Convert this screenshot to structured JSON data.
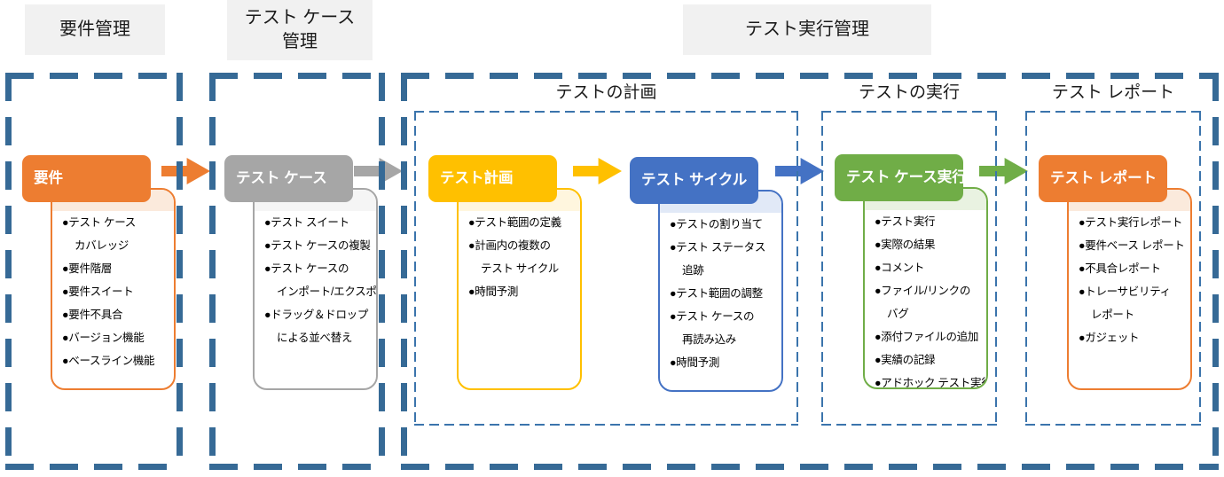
{
  "top_labels": [
    {
      "text": "要件管理"
    },
    {
      "text": "テスト ケース\n管理"
    },
    {
      "text": "テスト実行管理"
    }
  ],
  "sub_labels": [
    {
      "text": "テストの計画"
    },
    {
      "text": "テストの実行"
    },
    {
      "text": "テスト レポート"
    }
  ],
  "cards": [
    {
      "title": "要件",
      "accent": "#ED7D31",
      "tint": "#FBEADC",
      "items": [
        [
          "●テスト ケース",
          "カバレッジ"
        ],
        [
          "●要件階層"
        ],
        [
          "●要件スイート"
        ],
        [
          "●要件不具合"
        ],
        [
          "●バージョン機能"
        ],
        [
          "●ベースライン機能"
        ]
      ]
    },
    {
      "title": "テスト ケース",
      "accent": "#A6A6A6",
      "tint": "#F5F5F5",
      "items": [
        [
          "●テスト スイート"
        ],
        [
          "●テスト ケースの複製"
        ],
        [
          "●テスト ケースの",
          "インポート/エクスポート"
        ],
        [
          "●ドラッグ＆ドロップ",
          "による並べ替え"
        ]
      ]
    },
    {
      "title": "テスト計画",
      "accent": "#FFC000",
      "tint": "#FFF6DE",
      "items": [
        [
          "●テスト範囲の定義"
        ],
        [
          "●計画内の複数の",
          "テスト サイクル"
        ],
        [
          "●時間予測"
        ]
      ]
    },
    {
      "title": "テスト サイクル",
      "accent": "#4472C4",
      "tint": "#E1E9F7",
      "items": [
        [
          "●テストの割り当て"
        ],
        [
          "●テスト ステータス",
          "追跡"
        ],
        [
          "●テスト範囲の調整"
        ],
        [
          "●テスト ケースの",
          "再読み込み"
        ],
        [
          "●時間予測"
        ]
      ]
    },
    {
      "title": "テスト ケース実行",
      "accent": "#70AD47",
      "tint": "#E9F2E1",
      "items": [
        [
          "●テスト実行"
        ],
        [
          "●実際の結果"
        ],
        [
          "●コメント"
        ],
        [
          "●ファイル/リンクの",
          "バグ"
        ],
        [
          "●添付ファイルの追加"
        ],
        [
          "●実績の記録"
        ],
        [
          "●アドホック テスト実行"
        ]
      ]
    },
    {
      "title": "テスト レポート",
      "accent": "#ED7D31",
      "tint": "#FBEADC",
      "items": [
        [
          "●テスト実行レポート"
        ],
        [
          "●要件ベース レポート"
        ],
        [
          "●不具合レポート"
        ],
        [
          "●トレーサビリティ",
          "レポート"
        ],
        [
          "●ガジェット"
        ]
      ]
    }
  ],
  "arrows": [
    {
      "name": "requirements-to-test-case",
      "color": "#ED7D31"
    },
    {
      "name": "test-case-to-test-plan",
      "color": "#A6A6A6"
    },
    {
      "name": "test-plan-to-test-cycle",
      "color": "#FFC000"
    },
    {
      "name": "test-cycle-to-execution",
      "color": "#4472C4"
    },
    {
      "name": "execution-to-report",
      "color": "#70AD47"
    }
  ],
  "colors": {
    "outer_dash": "#366A96",
    "inner_dash": "#3B74AC",
    "label_bg": "#F1F1F1"
  }
}
